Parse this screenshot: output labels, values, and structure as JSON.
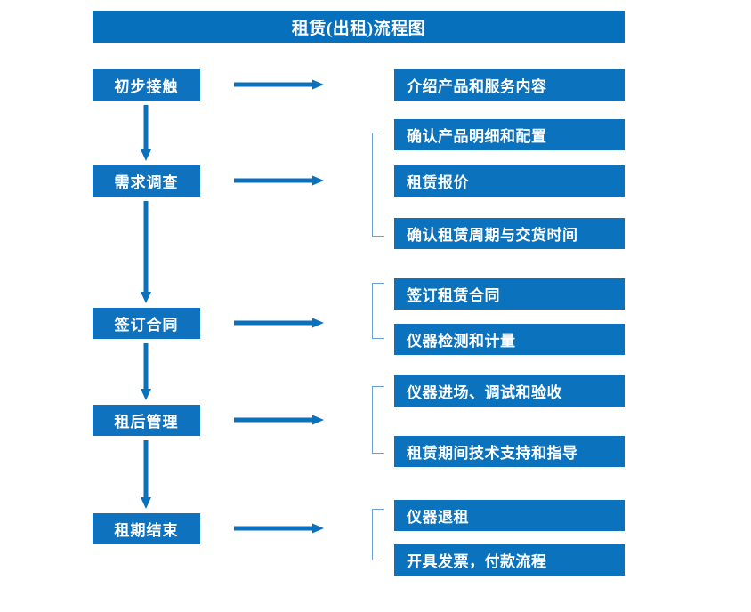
{
  "chart_data": {
    "type": "diagram",
    "title": "租赁(出租)流程图",
    "diagram_kind": "flowchart",
    "stages": [
      {
        "label": "初步接触",
        "details": [
          "介绍产品和服务内容"
        ]
      },
      {
        "label": "需求调查",
        "details": [
          "确认产品明细和配置",
          "租赁报价",
          "确认租赁周期与交货时间"
        ]
      },
      {
        "label": "签订合同",
        "details": [
          "签订租赁合同",
          "仪器检测和计量"
        ]
      },
      {
        "label": "租后管理",
        "details": [
          "仪器进场、调试和验收",
          "租赁期间技术支持和指导"
        ]
      },
      {
        "label": "租期结束",
        "details": [
          "仪器退租",
          "开具发票，付款流程"
        ]
      }
    ]
  },
  "header": {
    "title": "租赁(出租)流程图"
  },
  "stages": [
    {
      "label": "初步接触"
    },
    {
      "label": "需求调查"
    },
    {
      "label": "签订合同"
    },
    {
      "label": "租后管理"
    },
    {
      "label": "租期结束"
    }
  ],
  "details": [
    {
      "label": "介绍产品和服务内容"
    },
    {
      "label": "确认产品明细和配置"
    },
    {
      "label": "租赁报价"
    },
    {
      "label": "确认租赁周期与交货时间"
    },
    {
      "label": "签订租赁合同"
    },
    {
      "label": "仪器检测和计量"
    },
    {
      "label": "仪器进场、调试和验收"
    },
    {
      "label": "租赁期间技术支持和指导"
    },
    {
      "label": "仪器退租"
    },
    {
      "label": "开具发票，付款流程"
    }
  ],
  "colors": {
    "title_bar": "#0670bd",
    "stage_box": "#0e72be",
    "detail_box": "#0b72bd",
    "arrow": "#0a72bd",
    "bracket": "#6f9fd0",
    "text": "#ffffff",
    "background": "#ffffff"
  }
}
